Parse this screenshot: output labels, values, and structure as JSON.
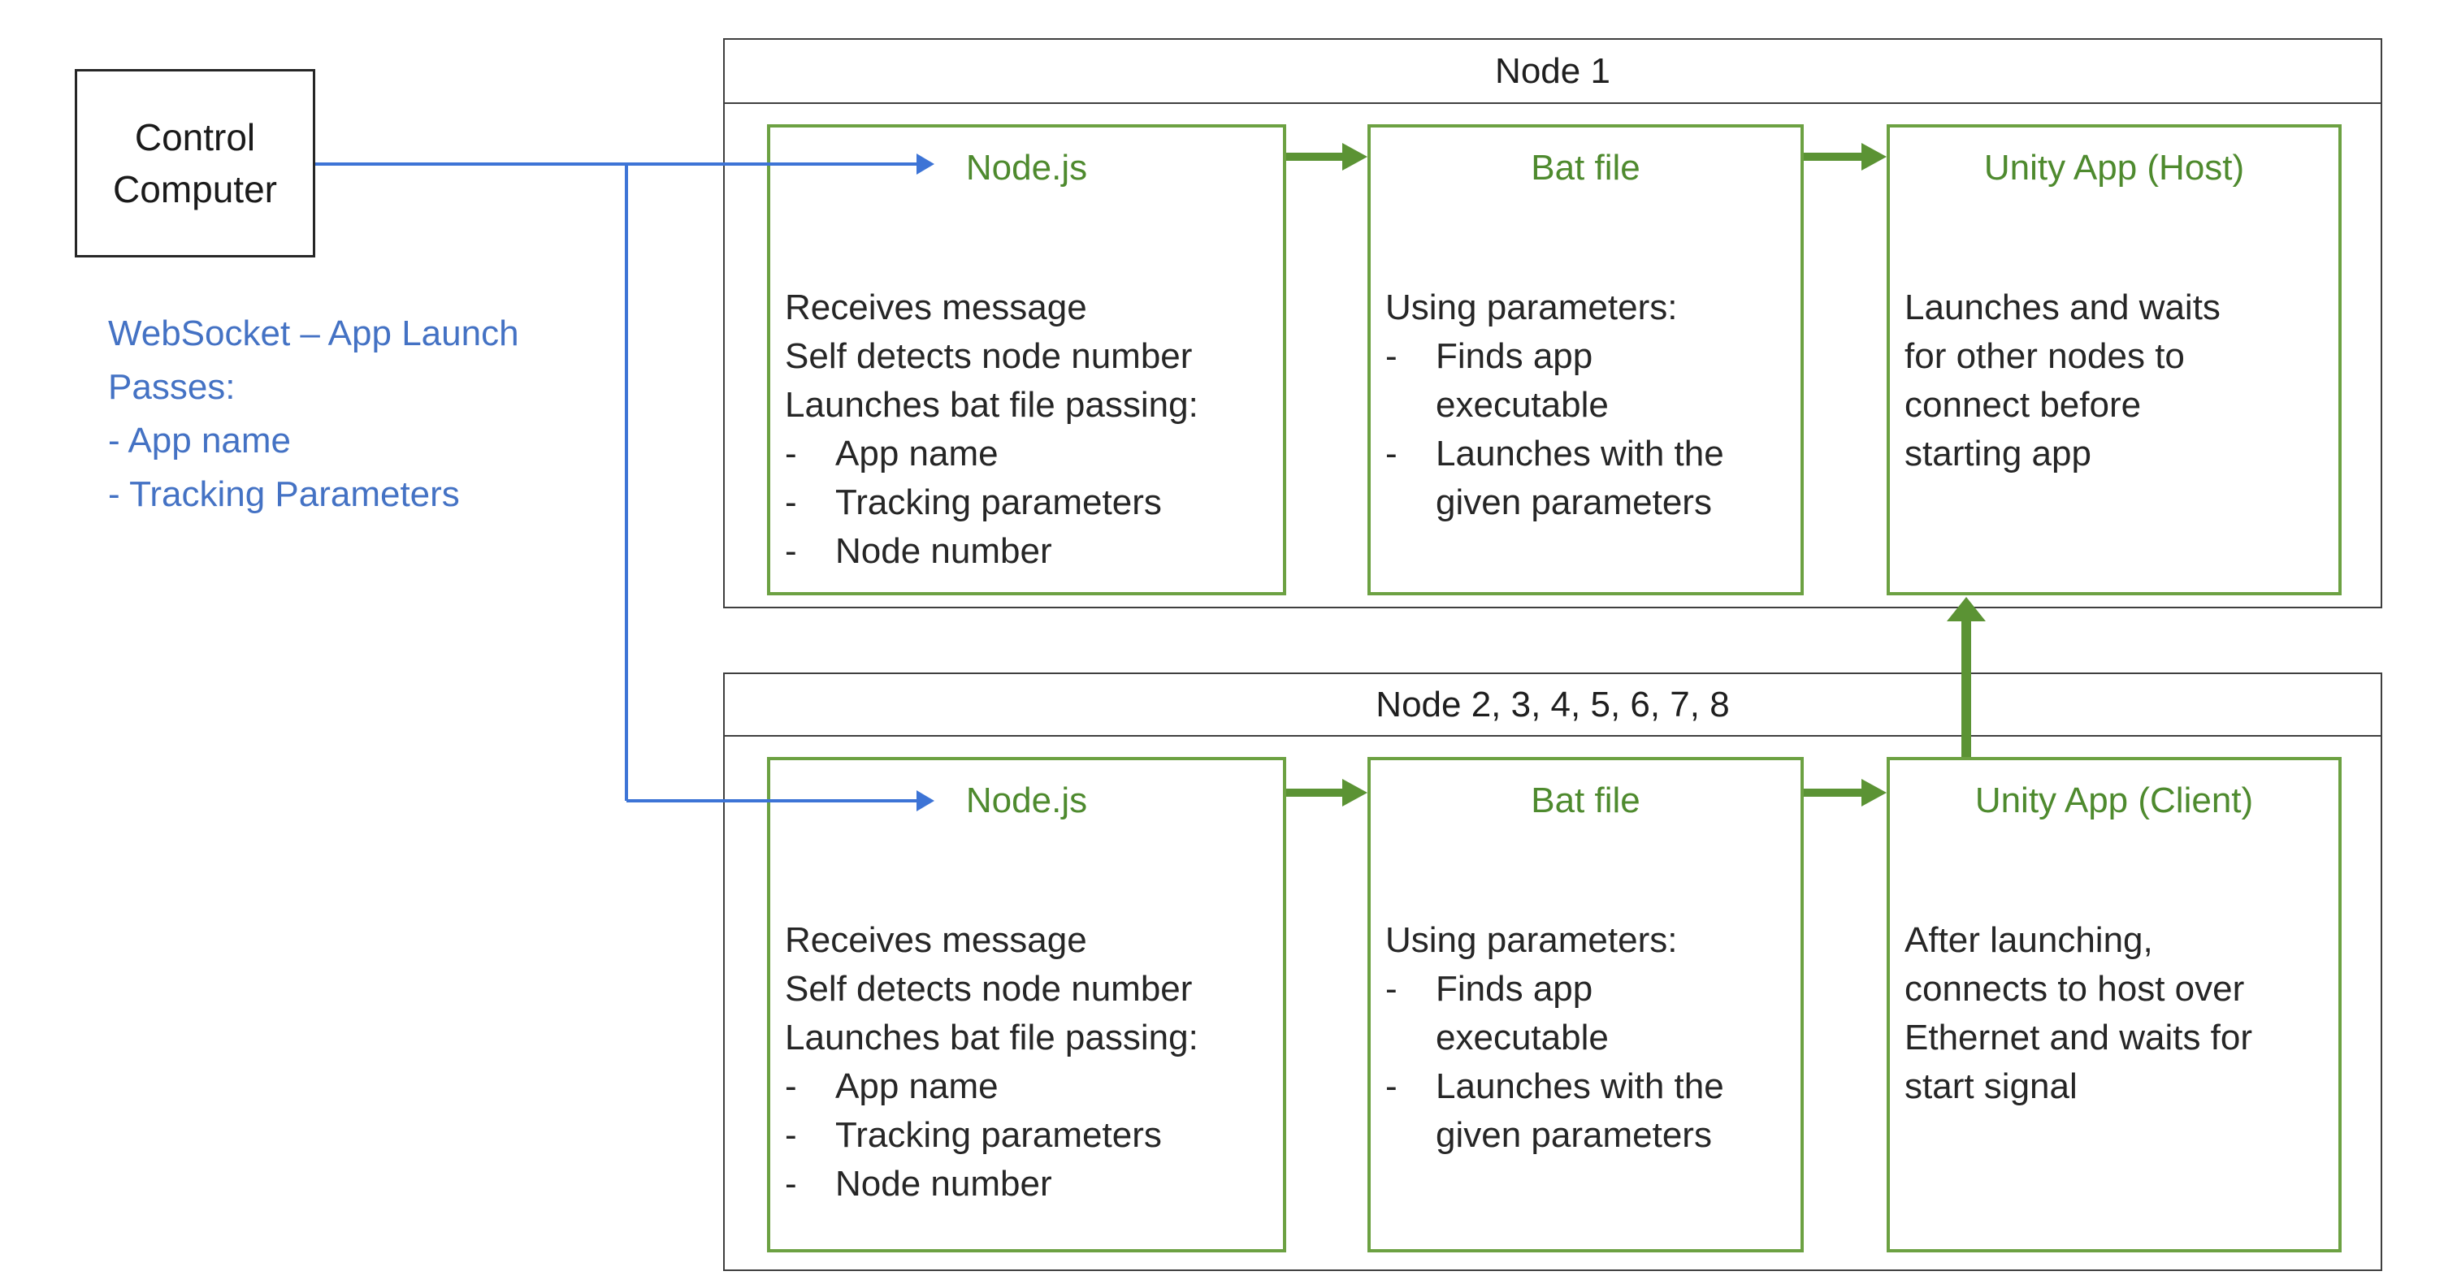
{
  "colors": {
    "green-border": "#6CA142",
    "green-text": "#4E8A2E",
    "green-arrow": "#5B9334",
    "blue-line": "#3D74D6",
    "blue-text": "#4472C4",
    "dark-border": "#3F3F3F",
    "control-border": "#262626",
    "text": "#262626"
  },
  "control_computer": {
    "line1": "Control",
    "line2": "Computer"
  },
  "websocket_note": {
    "line1": "WebSocket – App Launch",
    "line2": "Passes:",
    "line3": "- App name",
    "line4": "- Tracking Parameters"
  },
  "node1": {
    "header": "Node 1",
    "nodejs": {
      "title": "Node.js",
      "line1": "Receives message",
      "line2": "Self detects node number",
      "line3": "Launches bat file passing:",
      "bullet1": "App name",
      "bullet2": "Tracking parameters",
      "bullet3": "Node number"
    },
    "batfile": {
      "title": "Bat file",
      "line1": "Using parameters:",
      "bullet1_line1": "Finds app",
      "bullet1_line2": "executable",
      "bullet2_line1": "Launches with the",
      "bullet2_line2": "given parameters"
    },
    "unity": {
      "title": "Unity App (Host)",
      "line1": "Launches and waits",
      "line2": "for other nodes to",
      "line3": "connect before",
      "line4": "starting app"
    }
  },
  "node2": {
    "header": "Node 2, 3, 4, 5, 6, 7, 8",
    "nodejs": {
      "title": "Node.js",
      "line1": "Receives message",
      "line2": "Self detects node number",
      "line3": "Launches bat file passing:",
      "bullet1": "App name",
      "bullet2": "Tracking parameters",
      "bullet3": "Node number"
    },
    "batfile": {
      "title": "Bat file",
      "line1": "Using parameters:",
      "bullet1_line1": "Finds app",
      "bullet1_line2": "executable",
      "bullet2_line1": "Launches with the",
      "bullet2_line2": "given parameters"
    },
    "unity": {
      "title": "Unity App (Client)",
      "line1": "After launching,",
      "line2": "connects to host over",
      "line3": "Ethernet and waits for",
      "line4": "start signal"
    }
  },
  "bullet_marker": "-"
}
